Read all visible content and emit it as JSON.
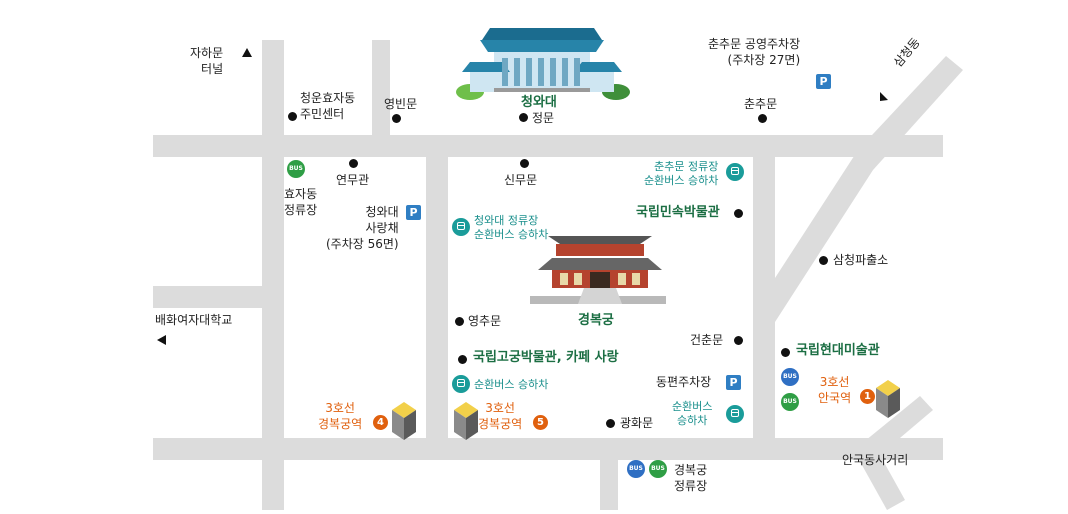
{
  "places": {
    "jahamun_tunnel": "자하문\n터널",
    "cheongunhyoja": "청운효자동\n주민센터",
    "yeongbinmun": "영빈문",
    "cheongwadae": "청와대",
    "jeongmun": "정문",
    "chunchumun_parking": "춘추문 공영주차장\n(주차장 27면)",
    "chunchumun": "춘추문",
    "samcheongdong": "삼청동",
    "yeonmugwan": "연무관",
    "hyoja_stop": "효자동\n정류장",
    "sarangchae": "청와대\n사랑채\n(주차장 56면)",
    "sinmumun": "신무문",
    "chunchumun_stop": "춘추문 정류장\n순환버스 승하차",
    "folk_museum": "국립민속박물관",
    "cheongwadae_stop": "청와대 정류장\n순환버스 승하차",
    "samcheong_police": "삼청파출소",
    "baewha": "배화여자대학교",
    "yeongchumun": "영추문",
    "gyeongbokgung": "경복궁",
    "geonchunmun": "건춘문",
    "mmca": "국립현대미술관",
    "palace_museum": "국립고궁박물관, 카페 사랑",
    "shuttle_west": "순환버스 승하차",
    "east_parking": "동편주차장",
    "anguk_station": "3호선\n안국역",
    "station4": "3호선\n경복궁역",
    "station5": "3호선\n경복궁역",
    "gwanghwamun": "광화문",
    "shuttle_east": "순환버스\n승하차",
    "anguk_intersection": "안국동사거리",
    "gyeongbokgung_stop": "경복궁\n정류장"
  },
  "icons": {
    "parking": "P",
    "bus": "BUS",
    "exit_1": "1",
    "exit_4": "4",
    "exit_5": "5"
  },
  "colors": {
    "road": "#dcdcdc",
    "label_green": "#1b6e43",
    "shuttle_teal": "#1a9c9a",
    "station_orange": "#e0600e",
    "parking_blue": "#2f7ec3"
  }
}
